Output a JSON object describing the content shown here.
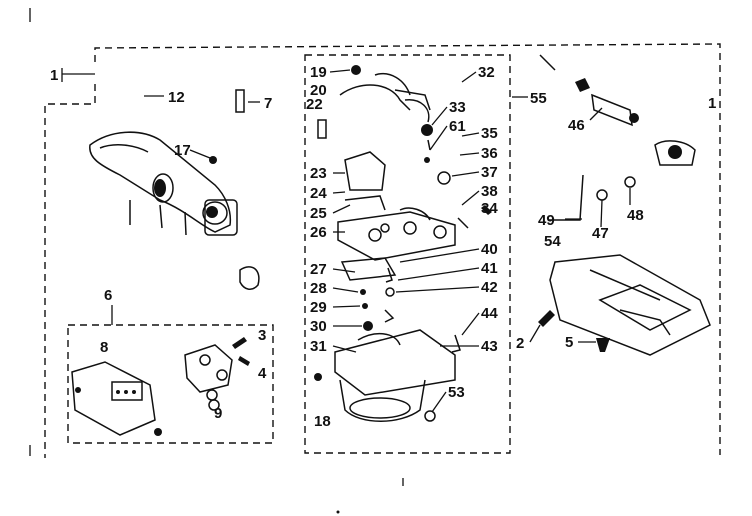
{
  "diagram": {
    "labels": {
      "l1a": "1",
      "l1b": "1",
      "l2": "2",
      "l3": "3",
      "l4": "4",
      "l5": "5",
      "l6": "6",
      "l7": "7",
      "l8": "8",
      "l9": "9",
      "l12": "12",
      "l17": "17",
      "l18": "18",
      "l19": "19",
      "l20": "20",
      "l22": "22",
      "l23": "23",
      "l24": "24",
      "l25": "25",
      "l26": "26",
      "l27": "27",
      "l28": "28",
      "l29": "29",
      "l30": "30",
      "l31": "31",
      "l32": "32",
      "l33": "33",
      "l34": "34",
      "l35": "35",
      "l36": "36",
      "l37": "37",
      "l38": "38",
      "l40": "40",
      "l41": "41",
      "l42": "42",
      "l43": "43",
      "l44": "44",
      "l46": "46",
      "l47": "47",
      "l48": "48",
      "l49": "49",
      "l53": "53",
      "l54": "54",
      "l55": "55",
      "l61": "61"
    }
  }
}
